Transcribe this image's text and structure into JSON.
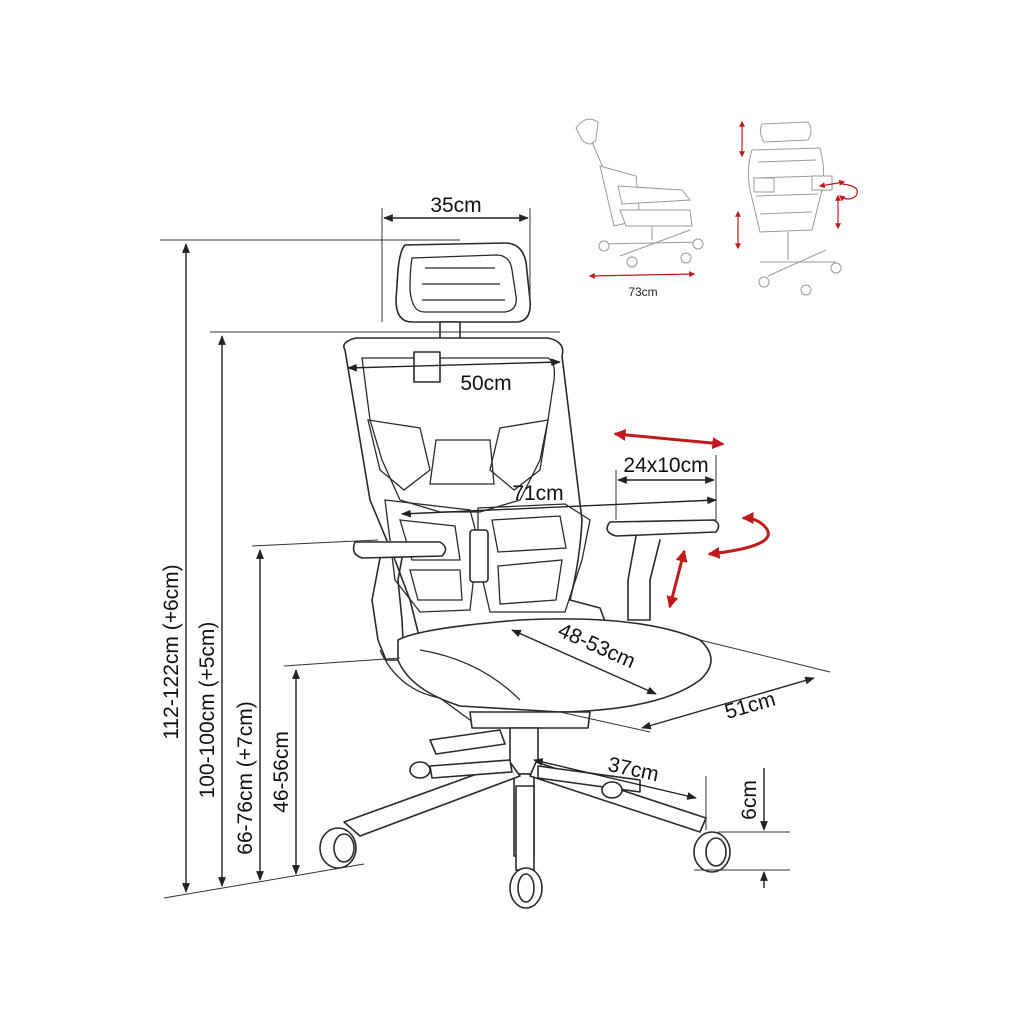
{
  "dimensions": {
    "headrest_width": "35cm",
    "backrest_width": "50cm",
    "armrest_pad": "24x10cm",
    "armrest_span": "71cm",
    "seat_depth": "48-53cm",
    "seat_width": "51cm",
    "base_radius": "37cm",
    "caster_height": "6cm",
    "total_height": "112-122cm (+6cm)",
    "backrest_top_height": "100-100cm (+5cm)",
    "armrest_height": "66-76cm (+7cm)",
    "seat_height": "46-56cm",
    "recline_depth": "73cm"
  },
  "colors": {
    "line": "#222222",
    "accent_arrow": "#c21a1a",
    "thumbnail": "#9a9a9a"
  },
  "icons": {
    "armrest_slide": "double-headed-arrow",
    "armrest_rotate": "curved-arrow",
    "armrest_lift": "vertical-double-arrow"
  }
}
